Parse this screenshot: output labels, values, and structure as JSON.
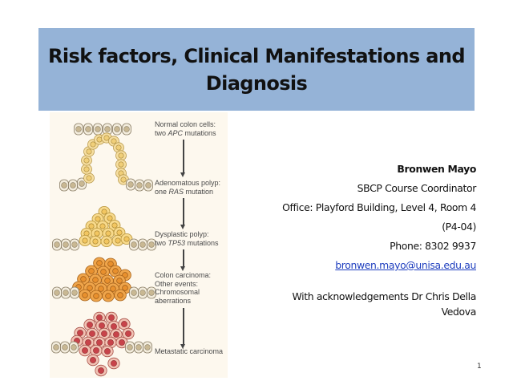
{
  "slide": {
    "title": "Risk factors, Clinical Manifestations and Diagnosis",
    "page_number": "1",
    "colors": {
      "title_bg": "#95b3d7",
      "figure_bg": "#fdf8ee",
      "link": "#1f3fbf",
      "normal_cell": "#f3ecdc",
      "adenoma_cell": "#f6dea0",
      "dysplastic_cell": "#f8da8c",
      "carcinoma_cell": "#efa54b",
      "metastatic_cell": "#e79a8e"
    }
  },
  "figure": {
    "stages": [
      {
        "line1": "Normal colon cells:",
        "line2_pre": "two ",
        "line2_gene": "APC",
        "line2_post": " mutations"
      },
      {
        "line1": "Adenomatous polyp:",
        "line2_pre": "one ",
        "line2_gene": "RAS",
        "line2_post": " mutation"
      },
      {
        "line1": "Dysplastic polyp:",
        "line2_pre": "two ",
        "line2_gene": "TP53",
        "line2_post": " mutations"
      },
      {
        "line1": "Colon carcinoma:",
        "line2": "Other events:",
        "line3": "Chromosomal",
        "line4": "aberrations"
      },
      {
        "line1": "Metastatic carcinoma"
      }
    ]
  },
  "contact": {
    "name": "Bronwen Mayo",
    "role": "SBCP Course Coordinator",
    "office": "Office: Playford Building, Level 4, Room 4",
    "room_code": "(P4-04)",
    "phone": "Phone: 8302 9937",
    "email": "bronwen.mayo@unisa.edu.au"
  },
  "acknowledgement": {
    "line1": "With acknowledgements Dr Chris Della",
    "line2": "Vedova"
  }
}
